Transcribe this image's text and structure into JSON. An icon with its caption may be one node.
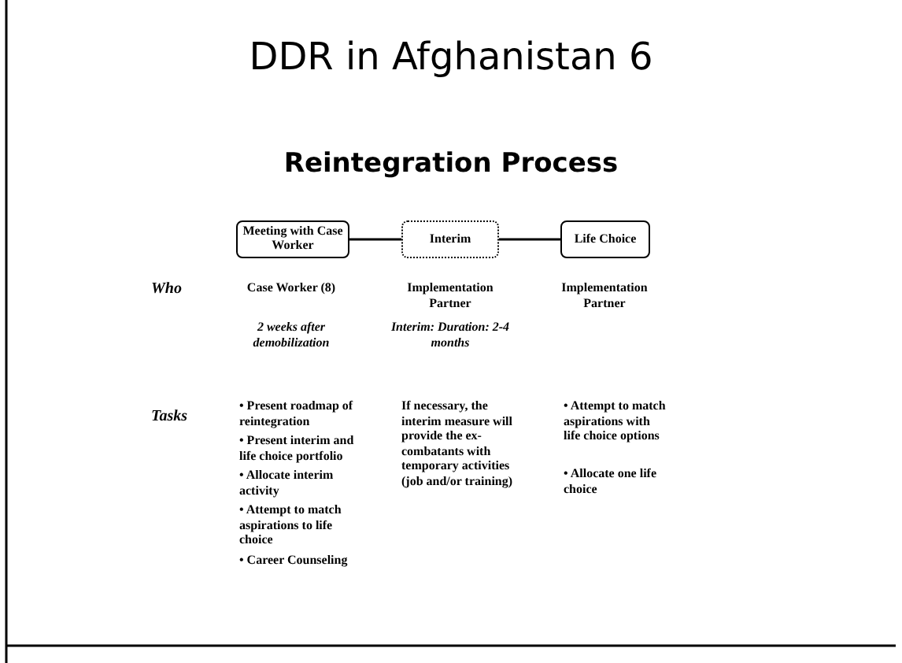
{
  "diagram": {
    "title": "DDR in Afghanistan 6",
    "nodes": [
      {
        "text": [
          "Meeting with Case Worker"
        ]
      },
      {
        "text": [
          "Interim"
        ]
      },
      {
        "text": [
          "Life Choice"
        ]
      }
    ],
    "edges": [
      {
        "from": 0,
        "to": 1,
        "arrow": "none"
      },
      {
        "from": 1,
        "to": 2,
        "arrow": "none"
      }
    ],
    "labels": [
      "Reintegration Process",
      "Who",
      "Case Worker (8)",
      "Implementation Partner",
      "Implementation Partner",
      "2 weeks after demobilization",
      "Interim: Duration: 2-4 months",
      "Tasks",
      "• Present roadmap of reintegration",
      "• Present interim and life choice portfolio",
      "• Allocate interim activity",
      "• Attempt to match aspirations to life choice",
      "• Career Counseling",
      "If necessary, the interim measure will provide the ex-combatants with temporary activities (job and/or training)",
      "• Attempt to match aspirations with life choice options",
      "• Allocate one life choice"
    ]
  }
}
